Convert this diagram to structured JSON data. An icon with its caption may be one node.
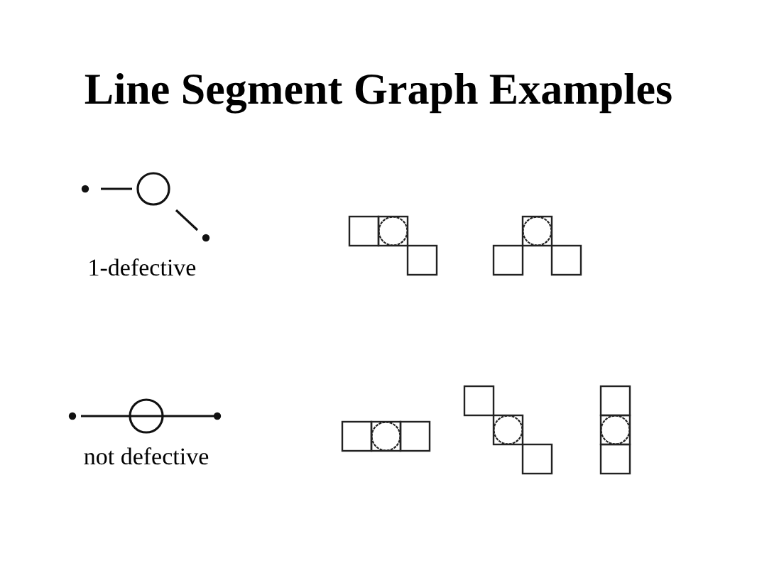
{
  "diagram": {
    "title": "Line Segment Graph Examples",
    "labels": [
      "1-defective",
      "not defective"
    ]
  }
}
